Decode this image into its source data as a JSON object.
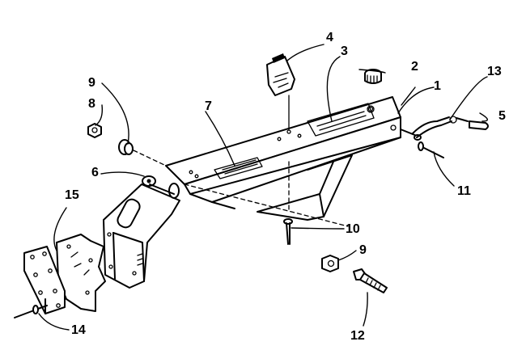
{
  "callouts": [
    "1",
    "2",
    "3",
    "4",
    "5",
    "6",
    "7",
    "8",
    "9",
    "9",
    "10",
    "11",
    "12",
    "13",
    "14",
    "15"
  ]
}
